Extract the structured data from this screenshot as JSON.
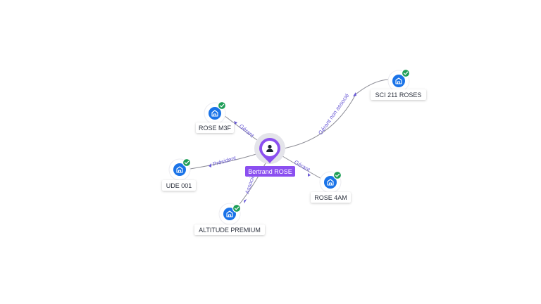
{
  "center": {
    "label": "Bertrand ROSE",
    "icon": "person-icon",
    "color": "#8b4ff0"
  },
  "companies": [
    {
      "id": "sci-211-roses",
      "label": "SCI 211 ROSES",
      "icon": "building-icon",
      "verified": true,
      "role": "Gérant non associé"
    },
    {
      "id": "rose-m3f",
      "label": "ROSE M3F",
      "icon": "building-icon",
      "verified": true,
      "role": "Gérant"
    },
    {
      "id": "ude-001",
      "label": "UDE 001",
      "icon": "building-icon",
      "verified": true,
      "role": "Président"
    },
    {
      "id": "rose-4am",
      "label": "ROSE 4AM",
      "icon": "building-icon",
      "verified": true,
      "role": "Gérant"
    },
    {
      "id": "altitude-premium",
      "label": "ALTITUDE PREMIUM",
      "icon": "building-icon",
      "verified": true,
      "role": "Associé"
    }
  ],
  "colors": {
    "company": "#1a73e8",
    "verified": "#1e9e57",
    "edge_label": "#6b5bd6",
    "edge": "#8d8d96"
  }
}
